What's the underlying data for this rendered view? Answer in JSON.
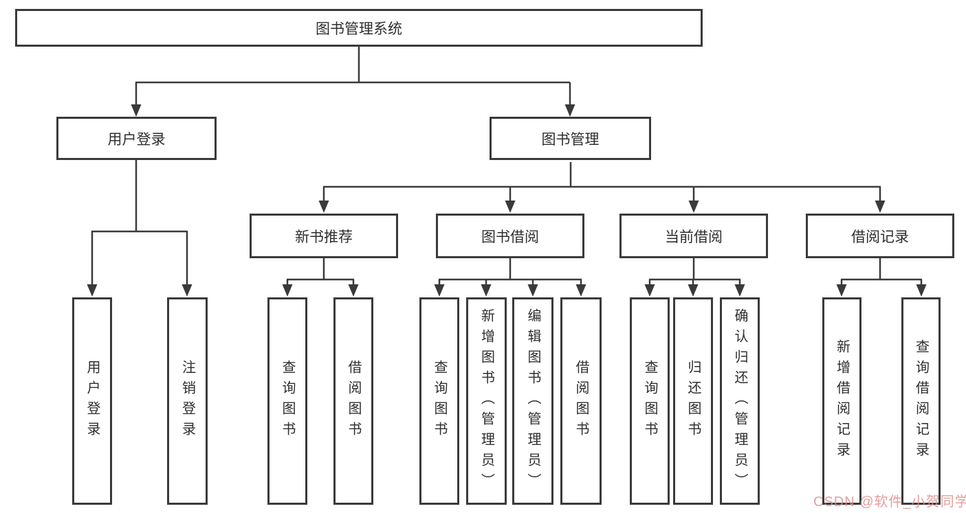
{
  "diagram": {
    "title_node": {
      "label": "图书管理系统"
    },
    "level2": {
      "user_login": {
        "label": "用户登录"
      },
      "book_management": {
        "label": "图书管理"
      }
    },
    "level3": {
      "new_book_recommend": {
        "label": "新书推荐"
      },
      "book_borrow": {
        "label": "图书借阅"
      },
      "current_borrow": {
        "label": "当前借阅"
      },
      "borrow_records": {
        "label": "借阅记录"
      }
    },
    "leaves": {
      "user_login": {
        "label": "用户登录"
      },
      "logout": {
        "label": "注销登录"
      },
      "newbook_query": {
        "label": "查询图书"
      },
      "newbook_borrow": {
        "label": "借阅图书"
      },
      "borrow_query": {
        "label": "查询图书"
      },
      "borrow_add": {
        "label": "新增图书（管理员）"
      },
      "borrow_edit": {
        "label": "编辑图书（管理员）"
      },
      "borrow_borrow": {
        "label": "借阅图书"
      },
      "current_query": {
        "label": "查询图书"
      },
      "current_return": {
        "label": "归还图书"
      },
      "current_confirm": {
        "label": "确认归还（管理员）"
      },
      "records_add": {
        "label": "新增借阅记录"
      },
      "records_query": {
        "label": "查询借阅记录"
      }
    }
  },
  "watermark": {
    "text": "CSDN @软件_小贺同学",
    "color": "#e08d8d"
  },
  "colors": {
    "line": "#3a3a3a",
    "text": "#2e2e2e",
    "background": "#ffffff"
  }
}
